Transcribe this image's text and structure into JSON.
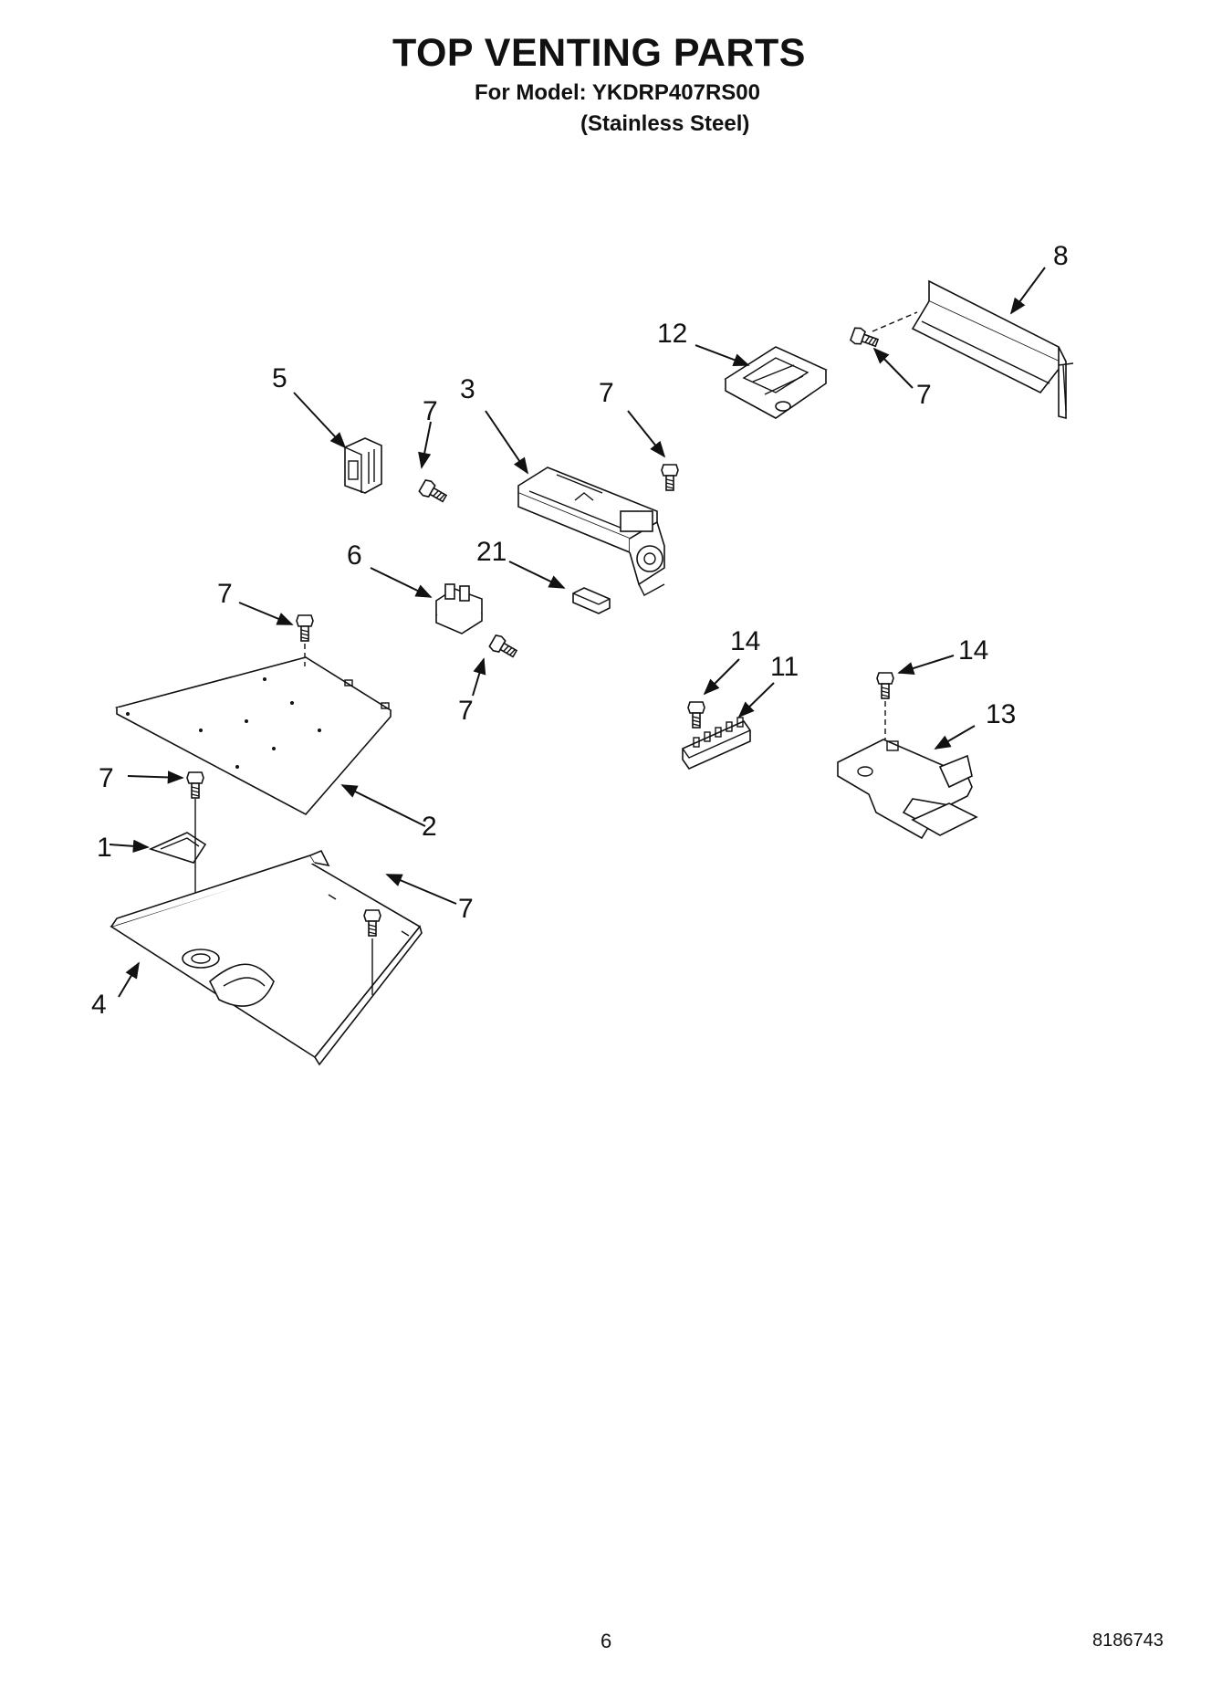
{
  "header": {
    "title": "TOP VENTING PARTS",
    "model": "For Model: YKDRP407RS00",
    "finish": "(Stainless Steel)"
  },
  "callouts": {
    "c1": "1",
    "c2": "2",
    "c3": "3",
    "c4": "4",
    "c5": "5",
    "c6": "6",
    "c7": "7",
    "c8": "8",
    "c11": "11",
    "c12": "12",
    "c13": "13",
    "c14": "14",
    "c21": "21"
  },
  "footer": {
    "page_number": "6",
    "document_number": "8186743"
  }
}
